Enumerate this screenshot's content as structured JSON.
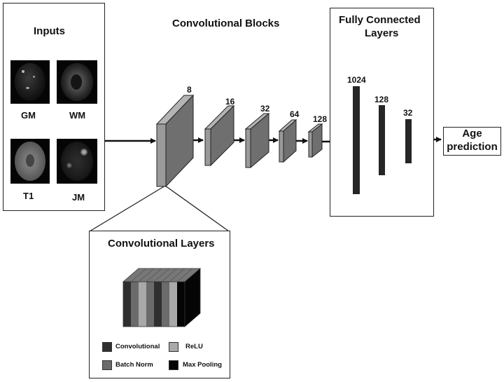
{
  "inputs": {
    "title": "Inputs",
    "items": [
      {
        "label": "GM"
      },
      {
        "label": "WM"
      },
      {
        "label": "T1"
      },
      {
        "label": "JM"
      }
    ]
  },
  "conv_blocks": {
    "title": "Convolutional Blocks",
    "filters": [
      "8",
      "16",
      "32",
      "64",
      "128"
    ]
  },
  "fc": {
    "title_line1": "Fully Connected",
    "title_line2": "Layers",
    "units": [
      "1024",
      "128",
      "32"
    ]
  },
  "output": {
    "line1": "Age",
    "line2": "prediction"
  },
  "conv_layers": {
    "title": "Convolutional Layers",
    "legend": [
      {
        "label": "Convolutional",
        "color": "#2f2f2f"
      },
      {
        "label": "ReLU",
        "color": "#a9a9a9"
      },
      {
        "label": "Batch Norm",
        "color": "#6b6b6b"
      },
      {
        "label": "Max Pooling",
        "color": "#050505"
      }
    ]
  }
}
